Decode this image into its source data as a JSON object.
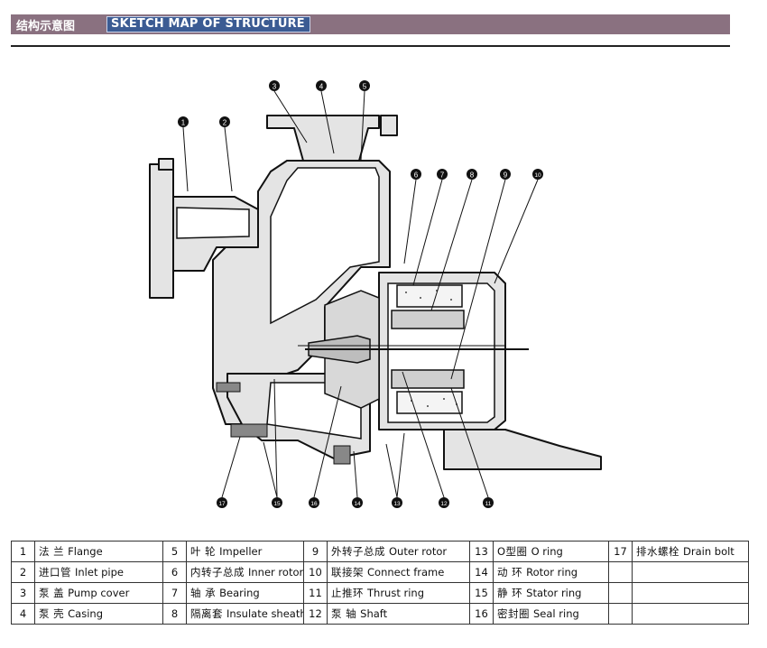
{
  "header": {
    "title_cn": "结构示意图",
    "title_en": "SKETCH MAP OF STRUCTURE"
  },
  "callouts": [
    "1",
    "2",
    "3",
    "4",
    "5",
    "6",
    "7",
    "8",
    "9",
    "10",
    "11",
    "12",
    "13",
    "14",
    "15",
    "16",
    "17"
  ],
  "legend": {
    "rows": [
      [
        {
          "num": "1",
          "cn": "法 兰",
          "en": "Flange"
        },
        {
          "num": "5",
          "cn": "叶 轮",
          "en": "Impeller"
        },
        {
          "num": "9",
          "cn": "外转子总成",
          "en": "Outer rotor"
        },
        {
          "num": "13",
          "cn": "O型圈",
          "en": "O ring"
        },
        {
          "num": "17",
          "cn": "排水螺栓",
          "en": "Drain bolt"
        }
      ],
      [
        {
          "num": "2",
          "cn": "进口管",
          "en": "Inlet pipe"
        },
        {
          "num": "6",
          "cn": "内转子总成",
          "en": "Inner rotor"
        },
        {
          "num": "10",
          "cn": "联接架",
          "en": "Connect frame"
        },
        {
          "num": "14",
          "cn": "动 环",
          "en": "Rotor ring"
        },
        {
          "num": "",
          "cn": "",
          "en": ""
        }
      ],
      [
        {
          "num": "3",
          "cn": "泵 盖",
          "en": "Pump cover"
        },
        {
          "num": "7",
          "cn": "轴 承",
          "en": "Bearing"
        },
        {
          "num": "11",
          "cn": "止推环",
          "en": "Thrust ring"
        },
        {
          "num": "15",
          "cn": "静 环",
          "en": "Stator ring"
        },
        {
          "num": "",
          "cn": "",
          "en": ""
        }
      ],
      [
        {
          "num": "4",
          "cn": "泵 壳",
          "en": "Casing"
        },
        {
          "num": "8",
          "cn": "隔离套",
          "en": "Insulate sheath"
        },
        {
          "num": "12",
          "cn": "泵 轴",
          "en": "Shaft"
        },
        {
          "num": "16",
          "cn": "密封圈",
          "en": "Seal ring"
        },
        {
          "num": "",
          "cn": "",
          "en": ""
        }
      ]
    ]
  }
}
